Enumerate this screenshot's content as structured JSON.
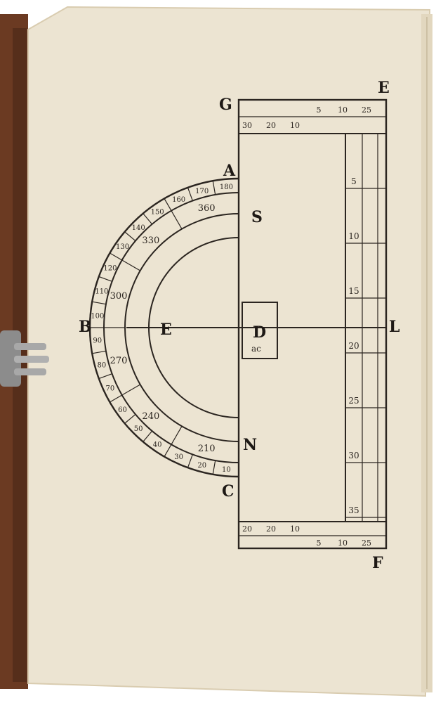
{
  "colors": {
    "paper": "#ece4d2",
    "paper_edge": "#d9ccb0",
    "ink": "#2b2520",
    "leather": "#6b3a22",
    "leather_dark": "#3e2214",
    "clasp": "#9a9a9a"
  },
  "letters": {
    "A": "A",
    "B": "B",
    "C": "C",
    "D": "D",
    "E_top": "E",
    "E_center": "E",
    "F": "F",
    "G": "G",
    "L": "L",
    "N": "N",
    "S": "S"
  },
  "small_center_mark": "ac",
  "semicircle": {
    "outer_labels": [
      "10",
      "20",
      "30",
      "40",
      "50",
      "60",
      "70",
      "80",
      "90",
      "100",
      "110",
      "120",
      "130",
      "140",
      "150",
      "160",
      "170",
      "180"
    ],
    "inner_labels": [
      "360",
      "330",
      "300",
      "270",
      "240",
      "210"
    ]
  },
  "rule_scale": [
    "5",
    "10",
    "15",
    "20",
    "25",
    "30",
    "35"
  ],
  "top_bar_labels": [
    "30",
    "20",
    "10",
    "5",
    "10",
    "25"
  ],
  "bottom_bar_labels": [
    "20",
    "20",
    "10",
    "5",
    "10",
    "25"
  ]
}
